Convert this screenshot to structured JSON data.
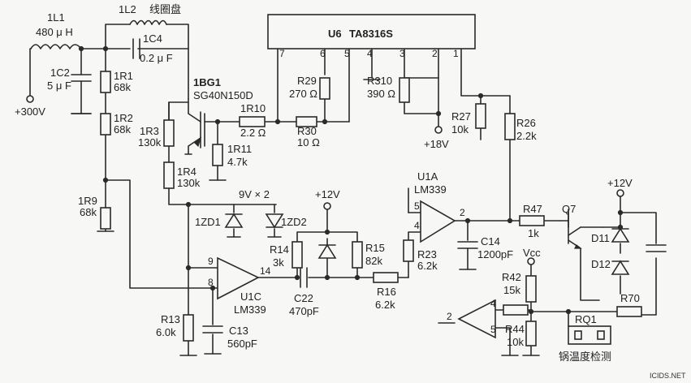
{
  "labels": {
    "l1": "1L1",
    "l1_val": "480 μ H",
    "l2": "1L2",
    "coil": "线圈盘",
    "c4": "1C4",
    "c4_val": "0.2 μ F",
    "c2": "1C2",
    "c2_val": "5 μ F",
    "hv": "+300V",
    "r1": "1R1",
    "r1_val": "68k",
    "r2": "1R2",
    "r2_val": "68k",
    "bg1": "1BG1",
    "bg1_val": "SG40N150D",
    "r3": "1R3",
    "r3_val": "130k",
    "r4": "1R4",
    "r4_val": "130k",
    "r9": "1R9",
    "r9_val": "68k",
    "r10": "1R10",
    "r10_val": "2.2 Ω",
    "r11": "1R11",
    "r11_val": "4.7k",
    "u6": "U6",
    "u6_part": "TA8316S",
    "pin7": "7",
    "pin6": "6",
    "pin5": "5",
    "pin4": "4",
    "pin3": "3",
    "pin2": "2",
    "pin1": "1",
    "r29": "R29",
    "r29_val": "270 Ω",
    "r30": "R30",
    "r30_val": "10 Ω",
    "r310": "R310",
    "r310_val": "390 Ω",
    "v18": "+18V",
    "r27": "R27",
    "r27_val": "10k",
    "r26": "R26",
    "r26_val": "2.2k",
    "zd_note": "9V × 2",
    "zd1": "1ZD1",
    "zd2": "1ZD2",
    "v12a": "+12V",
    "v12b": "+12V",
    "u1a": "U1A",
    "u1a_part": "LM339",
    "u1a_p5": "5",
    "u1a_p4": "4",
    "u1a_p2": "2",
    "r14": "R14",
    "r14_val": "3k",
    "r15": "R15",
    "r15_val": "82k",
    "r23": "R23",
    "r23_val": "6.2k",
    "c14": "C14",
    "c14_val": "1200pF",
    "r47": "R47",
    "r47_val": "1k",
    "q7": "Q7",
    "d11": "D11",
    "d12": "D12",
    "u1c": "U1C",
    "u1c_part": "LM339",
    "u1c_p9": "9",
    "u1c_p8": "8",
    "u1c_p14": "14",
    "c22": "C22",
    "c22_val": "470pF",
    "r16": "R16",
    "r16_val": "6.2k",
    "vcc": "Vcc",
    "r42": "R42",
    "r42_val": "15k",
    "r44": "R44",
    "r44_val": "10k",
    "r70": "R70",
    "rq1": "RQ1",
    "sensor": "锅温度检测",
    "cmp_p2": "2",
    "cmp_p4": "4",
    "cmp_p5": "5",
    "r13": "R13",
    "r13_val": "6.0k",
    "c13": "C13",
    "c13_val": "560pF",
    "watermark": "ICIDS.NET"
  }
}
